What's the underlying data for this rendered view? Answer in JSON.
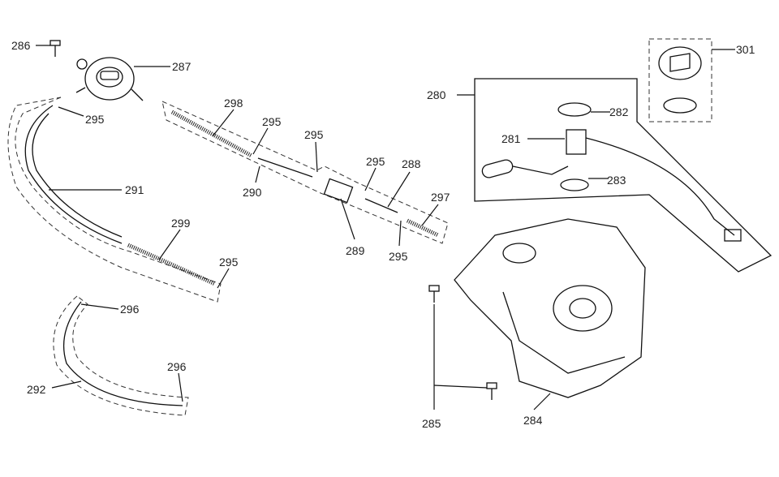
{
  "title": "Fuel system parts diagram",
  "labels": [
    "286",
    "287",
    "295",
    "291",
    "299",
    "295",
    "296",
    "292",
    "296",
    "298",
    "295",
    "295",
    "290",
    "295",
    "288",
    "297",
    "289",
    "295",
    "280",
    "282",
    "281",
    "283",
    "301",
    "285",
    "284"
  ]
}
